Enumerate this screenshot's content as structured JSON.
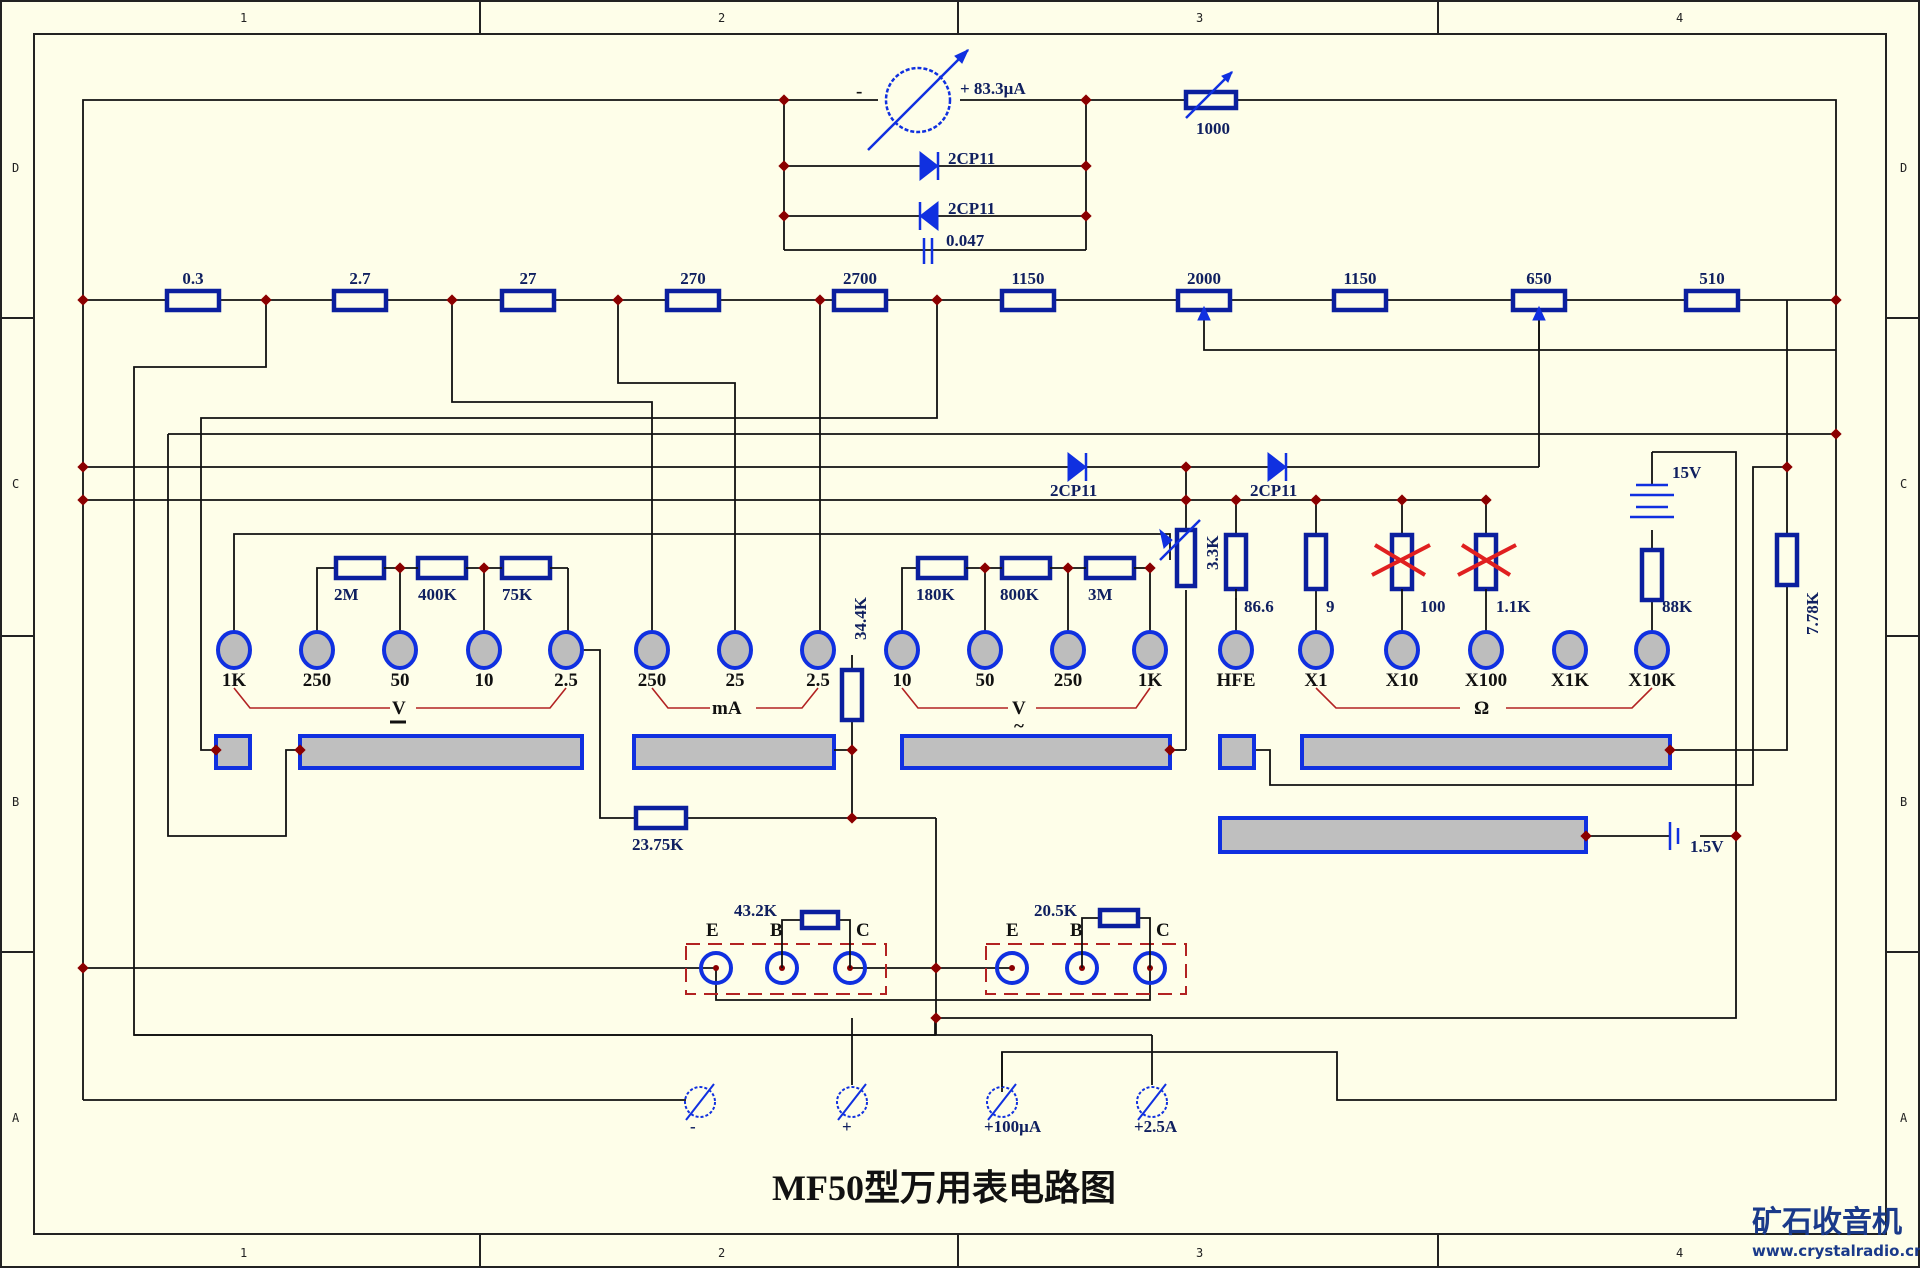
{
  "title": "MF50型万用表电路图",
  "watermark": {
    "brand": "矿石收音机",
    "url": "www.crystalradio.cn"
  },
  "frame": {
    "columns": [
      "1",
      "2",
      "3",
      "4"
    ],
    "rows": [
      "D",
      "C",
      "B",
      "A"
    ]
  },
  "meter": {
    "minus": "-",
    "label": "+ 83.3μA"
  },
  "meter_network": {
    "diode1": "2CP11",
    "diode2": "2CP11",
    "capacitor": "0.047",
    "pot": "1000"
  },
  "shunt_chain": [
    "0.3",
    "2.7",
    "27",
    "270",
    "2700",
    "1150",
    "2000",
    "1150",
    "650",
    "510"
  ],
  "dc_volt_resistors": [
    "2M",
    "400K",
    "75K"
  ],
  "ac_volt_resistors": [
    "180K",
    "800K",
    "3M"
  ],
  "misc_resistors": {
    "r34k": "34.4K",
    "r23k": "23.75K",
    "r33k": "3.3K",
    "r866": "86.6",
    "r9": "9",
    "r100": "100",
    "r11k": "1.1K",
    "r88k": "88K",
    "r778k": "7.78K",
    "r432k": "43.2K",
    "r205k": "20.5K"
  },
  "middle_diodes": [
    "2CP11",
    "2CP11"
  ],
  "batteries": {
    "high": "15V",
    "low": "1.5V"
  },
  "terminals": [
    {
      "label": "1K"
    },
    {
      "label": "250"
    },
    {
      "label": "50"
    },
    {
      "label": "10"
    },
    {
      "label": "2.5"
    },
    {
      "label": "250"
    },
    {
      "label": "25"
    },
    {
      "label": "2.5"
    },
    {
      "label": "10"
    },
    {
      "label": "50"
    },
    {
      "label": "250"
    },
    {
      "label": "1K"
    },
    {
      "label": "HFE"
    },
    {
      "label": "X1"
    },
    {
      "label": "X10"
    },
    {
      "label": "X100"
    },
    {
      "label": "X1K"
    },
    {
      "label": "X10K"
    }
  ],
  "range_groups": {
    "dcv": "V",
    "ma": "mA",
    "acv": "V",
    "ohm": "Ω"
  },
  "transistor_sockets": [
    {
      "pins": [
        "E",
        "B",
        "C"
      ]
    },
    {
      "pins": [
        "E",
        "B",
        "C"
      ]
    }
  ],
  "jacks": [
    "-",
    "+",
    "+100μA",
    "+2.5A"
  ]
}
